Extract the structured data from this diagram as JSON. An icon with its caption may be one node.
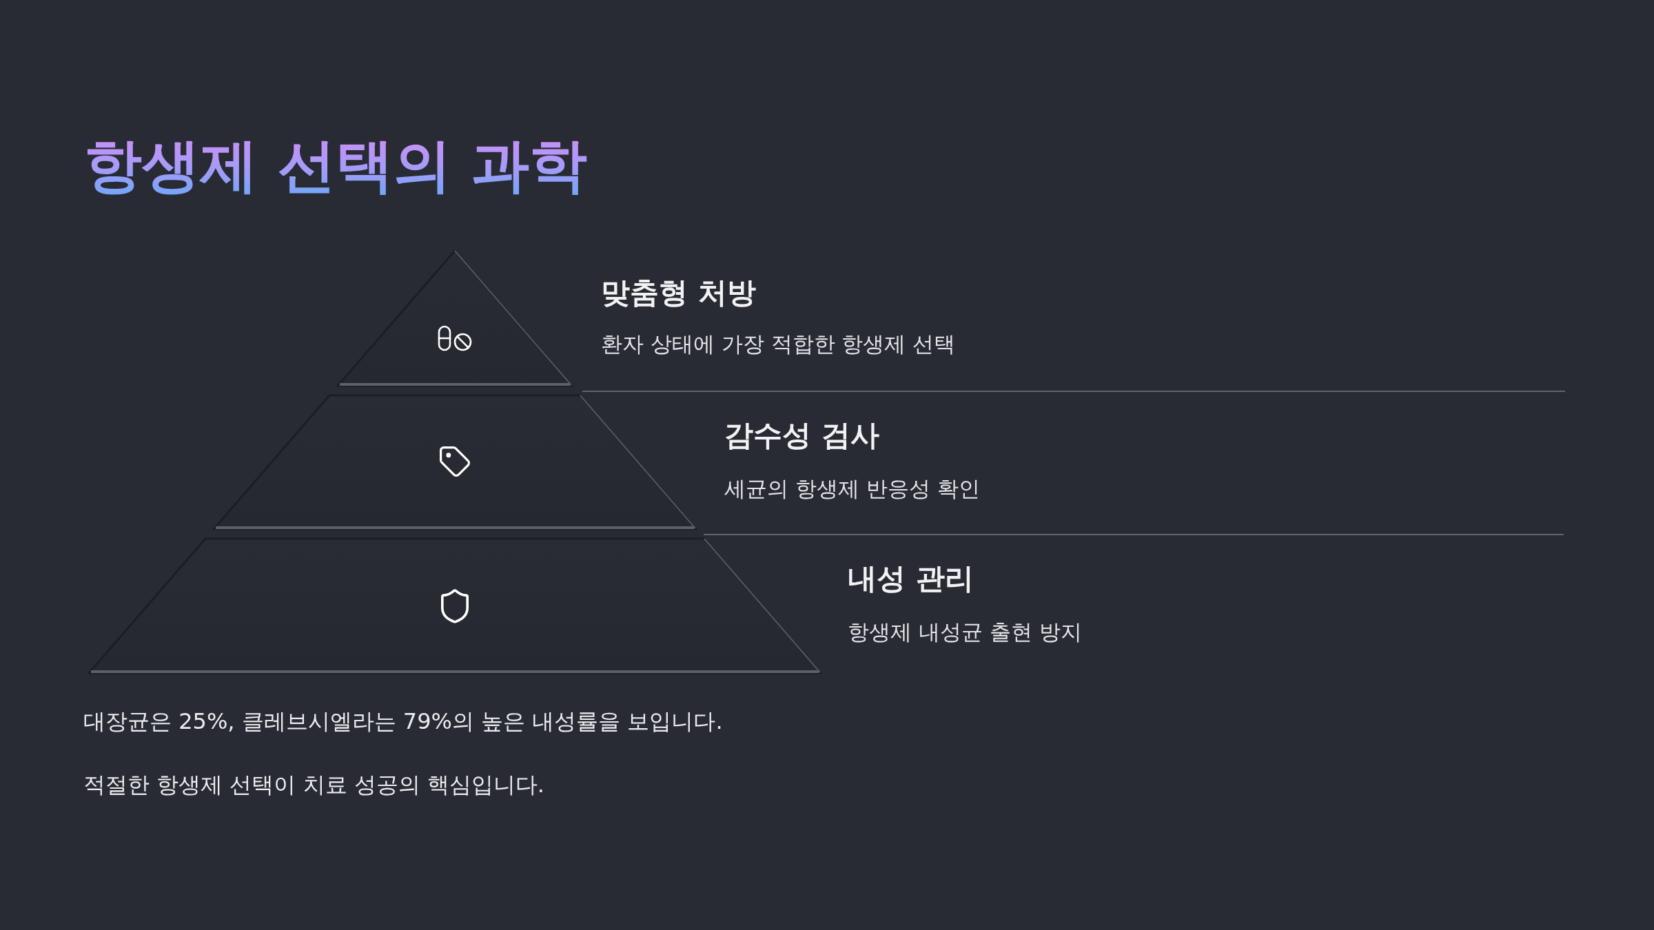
{
  "diagram": {
    "title": "항생제 선택의 과학",
    "nodes": [
      {
        "text": [
          "맞춤형 처방",
          "환자 상태에 가장 적합한 항생제 선택"
        ]
      },
      {
        "text": [
          "감수성 검사",
          "세균의 항생제 반응성 확인"
        ]
      },
      {
        "text": [
          "내성 관리",
          "항생제 내성균 출현 방지"
        ]
      }
    ],
    "labels": [
      "대장균은 25%, 클레브시엘라는 79%의 높은 내성률을 보입니다.",
      "적절한 항생제 선택이 치료 성공의 핵심입니다."
    ]
  }
}
